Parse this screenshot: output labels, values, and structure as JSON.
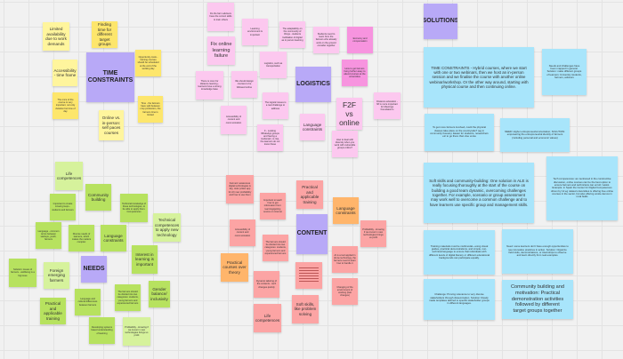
{
  "colors": {
    "yellow": "#fff59d",
    "yellow_dark": "#fde66c",
    "pink": "#fcc8ef",
    "pink_dark": "#f794df",
    "red": "#fca4a4",
    "orange": "#ffb56b",
    "green": "#b7e25f",
    "green_light": "#d6f29c",
    "blue": "#a8e5fb",
    "purple": "#b8a9f7"
  },
  "notes": [
    {
      "text": "Limited availability due to work demands",
      "color": "yellow",
      "size": "sm"
    },
    {
      "text": "Finding time for different target groups",
      "color": "yellow_dark",
      "size": "sm"
    },
    {
      "text": "TIME CONSTRAINTS",
      "color": "purple",
      "size": "hd"
    },
    {
      "text": "Accessibility - time frame",
      "color": "yellow",
      "size": "sm"
    },
    {
      "text": "The once of the course is very important, not only duration but time of day",
      "color": "yellow_dark",
      "size": "xs"
    },
    {
      "text": "Opportunity costs - training courses should be scheduled at the end of the working day",
      "color": "yellow_dark",
      "size": "xs"
    },
    {
      "text": "Time - the farmers have split between crop production, the farmers time is limited",
      "color": "yellow_dark",
      "size": "xs"
    },
    {
      "text": "Online vs. in-person: self paces courses",
      "color": "yellow",
      "size": "sm"
    },
    {
      "text": "Do the farm advisers have the correct skills to train others",
      "color": "pink",
      "size": "xs"
    },
    {
      "text": "Learning environment is important",
      "color": "pink",
      "size": "xs"
    },
    {
      "text": "Fix online learning failure",
      "color": "pink",
      "size": "md"
    },
    {
      "text": "The adaptability on the community of things - students facilitation of digital as in person learning",
      "color": "pink",
      "size": "xs"
    },
    {
      "text": "Logistics, such as transportation",
      "color": "pink",
      "size": "xs"
    },
    {
      "text": "There is room for distance learning - learners have a strong knowledge base",
      "color": "pink",
      "size": "xs"
    },
    {
      "text": "We should design courses to be followed online",
      "color": "pink",
      "size": "xs"
    },
    {
      "text": "The logistic issues is a real challenge to address",
      "color": "pink",
      "size": "xs"
    },
    {
      "text": "Students need to learn from the farmers who already work on the ground consider together",
      "color": "pink",
      "size": "xs"
    },
    {
      "text": "Economy and compensation",
      "color": "pink_dark",
      "size": "xs"
    },
    {
      "text": "How to get farmers living further away to attend courses at the universities",
      "color": "pink_dark",
      "size": "xs"
    },
    {
      "text": "LOGISTICS",
      "color": "purple",
      "size": "hd"
    },
    {
      "text": "F2F vs online",
      "color": "pink",
      "size": "lg"
    },
    {
      "text": "Distance education - f2f is more important for Meetings Foundation's",
      "color": "pink",
      "size": "xs"
    },
    {
      "text": "Accessibility of content and communication",
      "color": "pink",
      "size": "xs"
    },
    {
      "text": "F - Looking WhatsApp groups and having a moderator, to rise, the learners do not know these",
      "color": "pink",
      "size": "xs"
    },
    {
      "text": "Language constraints",
      "color": "pink",
      "size": "sm"
    },
    {
      "text": "How to deal with diversity when you work with vulnerable groups online?",
      "color": "pink",
      "size": "xs"
    },
    {
      "text": "Farmers' awareness digital technologies is key, tools (video app for AI) new profitability and how to use them",
      "color": "red",
      "size": "xs"
    },
    {
      "text": "Important to teach how to get information from: learning/getting source on internet",
      "color": "red",
      "size": "xs"
    },
    {
      "text": "Practical and applicable training",
      "color": "red",
      "size": "sm"
    },
    {
      "text": "CONTENT",
      "color": "purple",
      "size": "hd"
    },
    {
      "text": "Language constraints",
      "color": "orange",
      "size": "sm"
    },
    {
      "text": "Accessibility of content and communication",
      "color": "red",
      "size": "xs"
    },
    {
      "text": "Profitability - knowing if we invest in new technologies brings us profit",
      "color": "red",
      "size": "xs"
    },
    {
      "text": "The farmers should be divided into two categories: students, young farmers and experienced farmers",
      "color": "red",
      "size": "xs"
    },
    {
      "text": "Practical courses over theory",
      "color": "orange",
      "size": "sm"
    },
    {
      "text": "Dynamic tailoring of the contents - tech changes quickly",
      "color": "red",
      "size": "xs"
    },
    {
      "text": "Life competences",
      "color": "red",
      "size": "sm"
    },
    {
      "text": "",
      "color": "red",
      "size": "xs",
      "redacted": true
    },
    {
      "text": "Soft skills, like problem solving",
      "color": "red",
      "size": "sm"
    },
    {
      "text": "AI is a tool applied in drone technology, the farmers need to learn how to handle it",
      "color": "red",
      "size": "xs"
    },
    {
      "text": "Changing of the environment of working (fast changes)",
      "color": "red",
      "size": "xs"
    },
    {
      "text": "Life competences",
      "color": "green_light",
      "size": "sm"
    },
    {
      "text": "Community building",
      "color": "green",
      "size": "sm"
    },
    {
      "text": "Important to create mixed groups - students and farmers",
      "color": "green",
      "size": "xs"
    },
    {
      "text": "Technical knowledge of these technologies, to be able to apply them. Competences",
      "color": "green",
      "size": "xs"
    },
    {
      "text": "Technical competences to apply new technology",
      "color": "green_light",
      "size": "sm"
    },
    {
      "text": "Language - common terms between startups, youth, farmers",
      "color": "green",
      "size": "xs"
    },
    {
      "text": "Diverse needs of learners, which makes the matters complex",
      "color": "green",
      "size": "xs"
    },
    {
      "text": "Language constraints",
      "color": "green",
      "size": "sm"
    },
    {
      "text": "Interest in learning is important",
      "color": "green",
      "size": "sm"
    },
    {
      "text": "Solution: issues of farmers - wellbeing is a big issue",
      "color": "green",
      "size": "xs"
    },
    {
      "text": "Foreign emerging farmers",
      "color": "green_light",
      "size": "sm"
    },
    {
      "text": "NEEDS",
      "color": "purple",
      "size": "hd"
    },
    {
      "text": "Practical and applicable training",
      "color": "green",
      "size": "sm"
    },
    {
      "text": "Language and cultural differences between farmers",
      "color": "green",
      "size": "xs"
    },
    {
      "text": "The farmers should be divided into two categories: students, young farmers and experienced farmers",
      "color": "green",
      "size": "xs"
    },
    {
      "text": "Gender balance/ inclusivity",
      "color": "green",
      "size": "sm"
    },
    {
      "text": "Developing systems based understanding of learning",
      "color": "green",
      "size": "xs"
    },
    {
      "text": "Profitability - knowing if we invest in new technologies brings us profit",
      "color": "green_light",
      "size": "xs"
    },
    {
      "text": "SOLUTIONS",
      "color": "purple",
      "size": "hd"
    },
    {
      "text": "TIME CONSTRAINTS - Hybrid courses, where we start with one or two webinars, then we host an in-person session and we finalise the course with another online webinar/workshop. Or the other way around, starting with physical course and then continuing online.",
      "color": "blue",
      "size": "bl"
    },
    {
      "text": "Needs and challenges have been mapped in general. Solution: make different groups of learners: University students, farmers, advisors",
      "color": "blue",
      "size": "bls"
    },
    {
      "text": "To get more farmers involved, could the physical classes take place on the countryside? (eg in community houses). Easier for students, researchers etc to go there than vise versa",
      "color": "blue",
      "size": "bls"
    },
    {
      "text": "NEED: Higher entrepreneurial orientation; SOLUTION: empowering the entrepreneurial identity of farmers (including personal and economic values)",
      "color": "blue",
      "size": "bls"
    },
    {
      "text": "Soft skills and community-building: One solution in ALE is really focusing thoroughly at the start of the course on building a good team dynamic, overcoming challenges together. For example, scenario or group assessment may work well to overcome a common challenge and to have learners use specific group and management skills.",
      "color": "blue",
      "size": "bl"
    },
    {
      "text": "Tech competences: as mentioned in the constructive discussion, online courses can be the best option to ensure farmers and technicians can enroll / assist. Example: in Spain the Center for Digital Competences driven by 12 eg related universities is offering free online courses in the sector, but also offering onsite demos in rural fields",
      "color": "blue",
      "size": "bls"
    },
    {
      "text": "Training materials must be multimodal—using visual guides, practical demonstrations, and simple, non-technical language to ensure that individuals with different levels of digital literacy or different educational backgrounds can participate equally.",
      "color": "blue",
      "size": "bls"
    },
    {
      "text": "Need: some learners don't have enough opportunities to see innovative practices in action. Solution: Organize field visits, demonstrations, or internships to observe and learn directly from real examples.",
      "color": "blue",
      "size": "bls"
    },
    {
      "text": "Challenge: Proving relevance to very diverse stakeholders through dissemination. Solution: Ready made templates tailored to specific stakeholder groups in different languages.",
      "color": "blue",
      "size": "bls"
    },
    {
      "text": "Community building and motivation: Practical demonstration activities followed by different target groups together",
      "color": "blue",
      "size": "blm"
    }
  ]
}
